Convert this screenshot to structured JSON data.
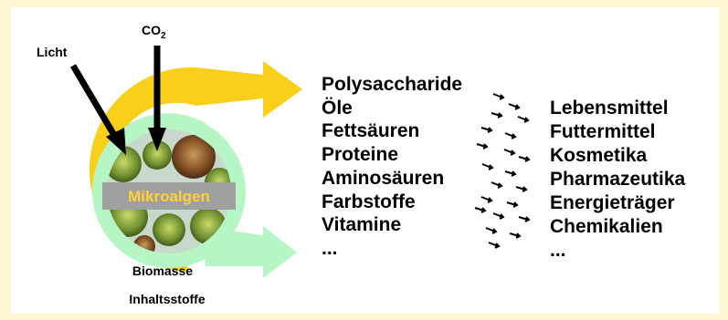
{
  "inputs": {
    "light": "Licht",
    "co2_main": "CO",
    "co2_sub": "2"
  },
  "center": {
    "organism": "Mikroalgen",
    "biomass": "Biomasse",
    "ingredients": "Inhaltsstoffe"
  },
  "compounds": [
    "Polysaccharide",
    "Öle",
    "Fettsäuren",
    "Proteine",
    "Aminosäuren",
    "Farbstoffe",
    "Vitamine",
    "..."
  ],
  "products": [
    "Lebensmittel",
    "Futtermittel",
    "Kosmetika",
    "Pharmazeutika",
    "Energieträger",
    "Chemikalien",
    "..."
  ],
  "colors": {
    "background": "#fff7d2",
    "yellow_ring": "#f9cf1a",
    "green_ring": "#b6f6c4",
    "algae_label": "#ffd232",
    "label_bar": "#a0a0a0"
  }
}
